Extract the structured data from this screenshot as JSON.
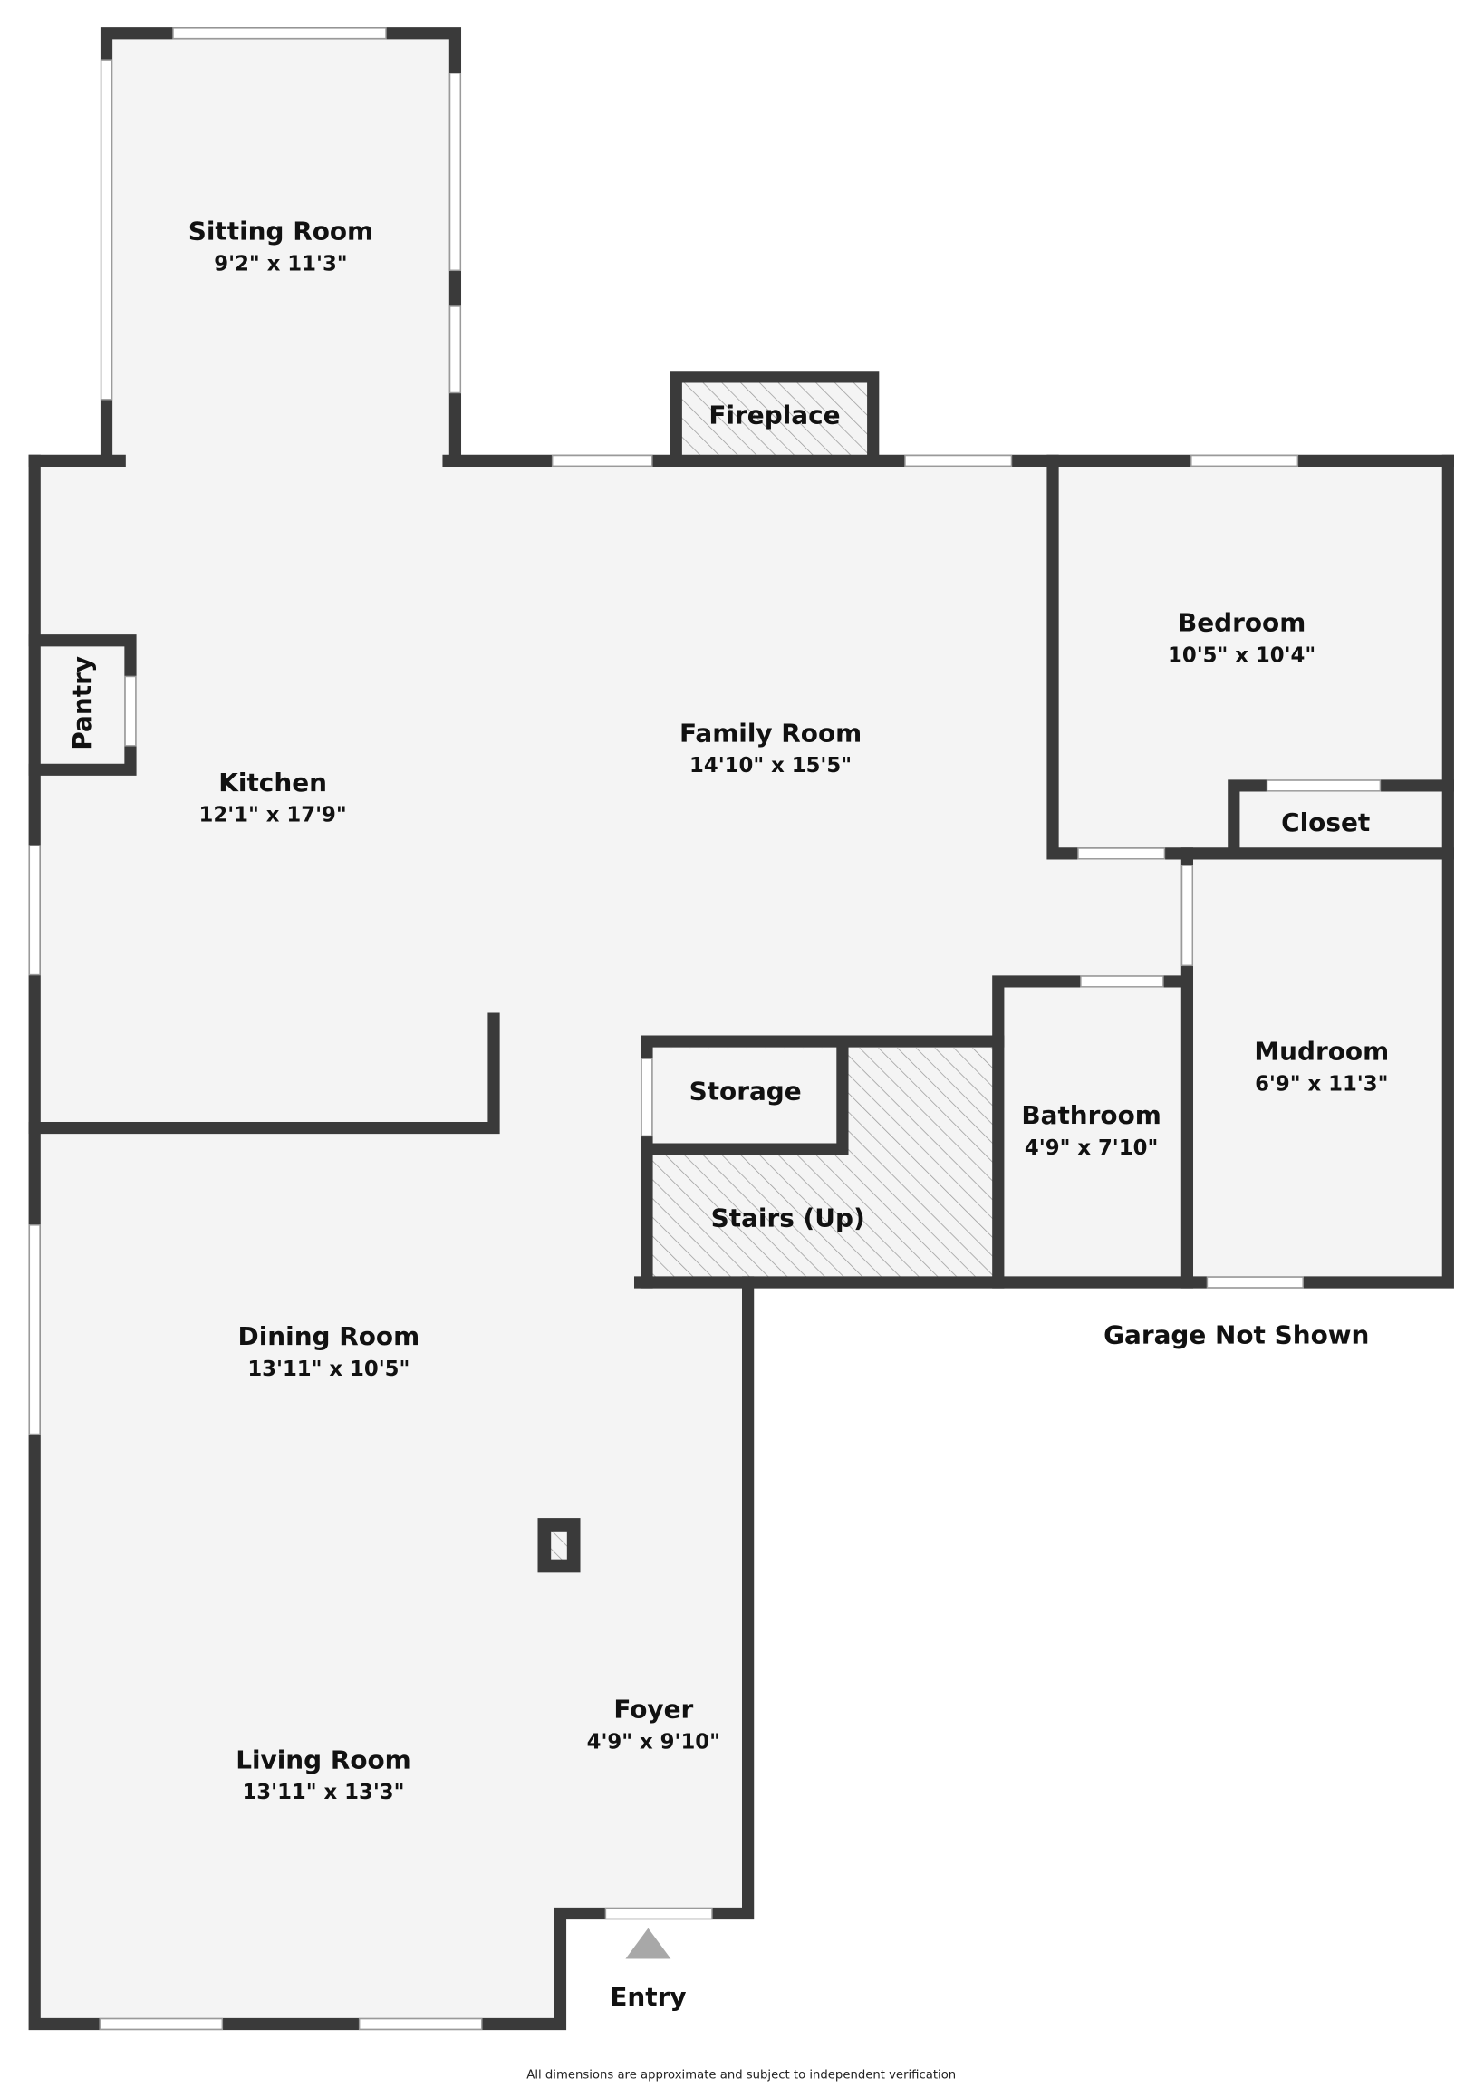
{
  "rooms": {
    "sitting_room": {
      "name": "Sitting Room",
      "dims": "9'2\" x 11'3\""
    },
    "fireplace": {
      "name": "Fireplace"
    },
    "bedroom": {
      "name": "Bedroom",
      "dims": "10'5\" x 10'4\""
    },
    "family_room": {
      "name": "Family Room",
      "dims": "14'10\" x 15'5\""
    },
    "pantry": {
      "name": "Pantry"
    },
    "kitchen": {
      "name": "Kitchen",
      "dims": "12'1\" x 17'9\""
    },
    "closet": {
      "name": "Closet"
    },
    "mudroom": {
      "name": "Mudroom",
      "dims": "6'9\" x 11'3\""
    },
    "storage": {
      "name": "Storage"
    },
    "bathroom": {
      "name": "Bathroom",
      "dims": "4'9\" x 7'10\""
    },
    "stairs": {
      "name": "Stairs (Up)"
    },
    "dining_room": {
      "name": "Dining Room",
      "dims": "13'11\" x 10'5\""
    },
    "foyer": {
      "name": "Foyer",
      "dims": "4'9\" x 9'10\""
    },
    "living_room": {
      "name": "Living Room",
      "dims": "13'11\" x 13'3\""
    }
  },
  "garage_note": "Garage Not Shown",
  "entry_label": "Entry",
  "footer": "All dimensions are approximate and subject to independent verification",
  "colors": {
    "wall": "#3a3a3a",
    "floor": "#f4f4f4",
    "entry_arrow": "#a8a8a8"
  }
}
